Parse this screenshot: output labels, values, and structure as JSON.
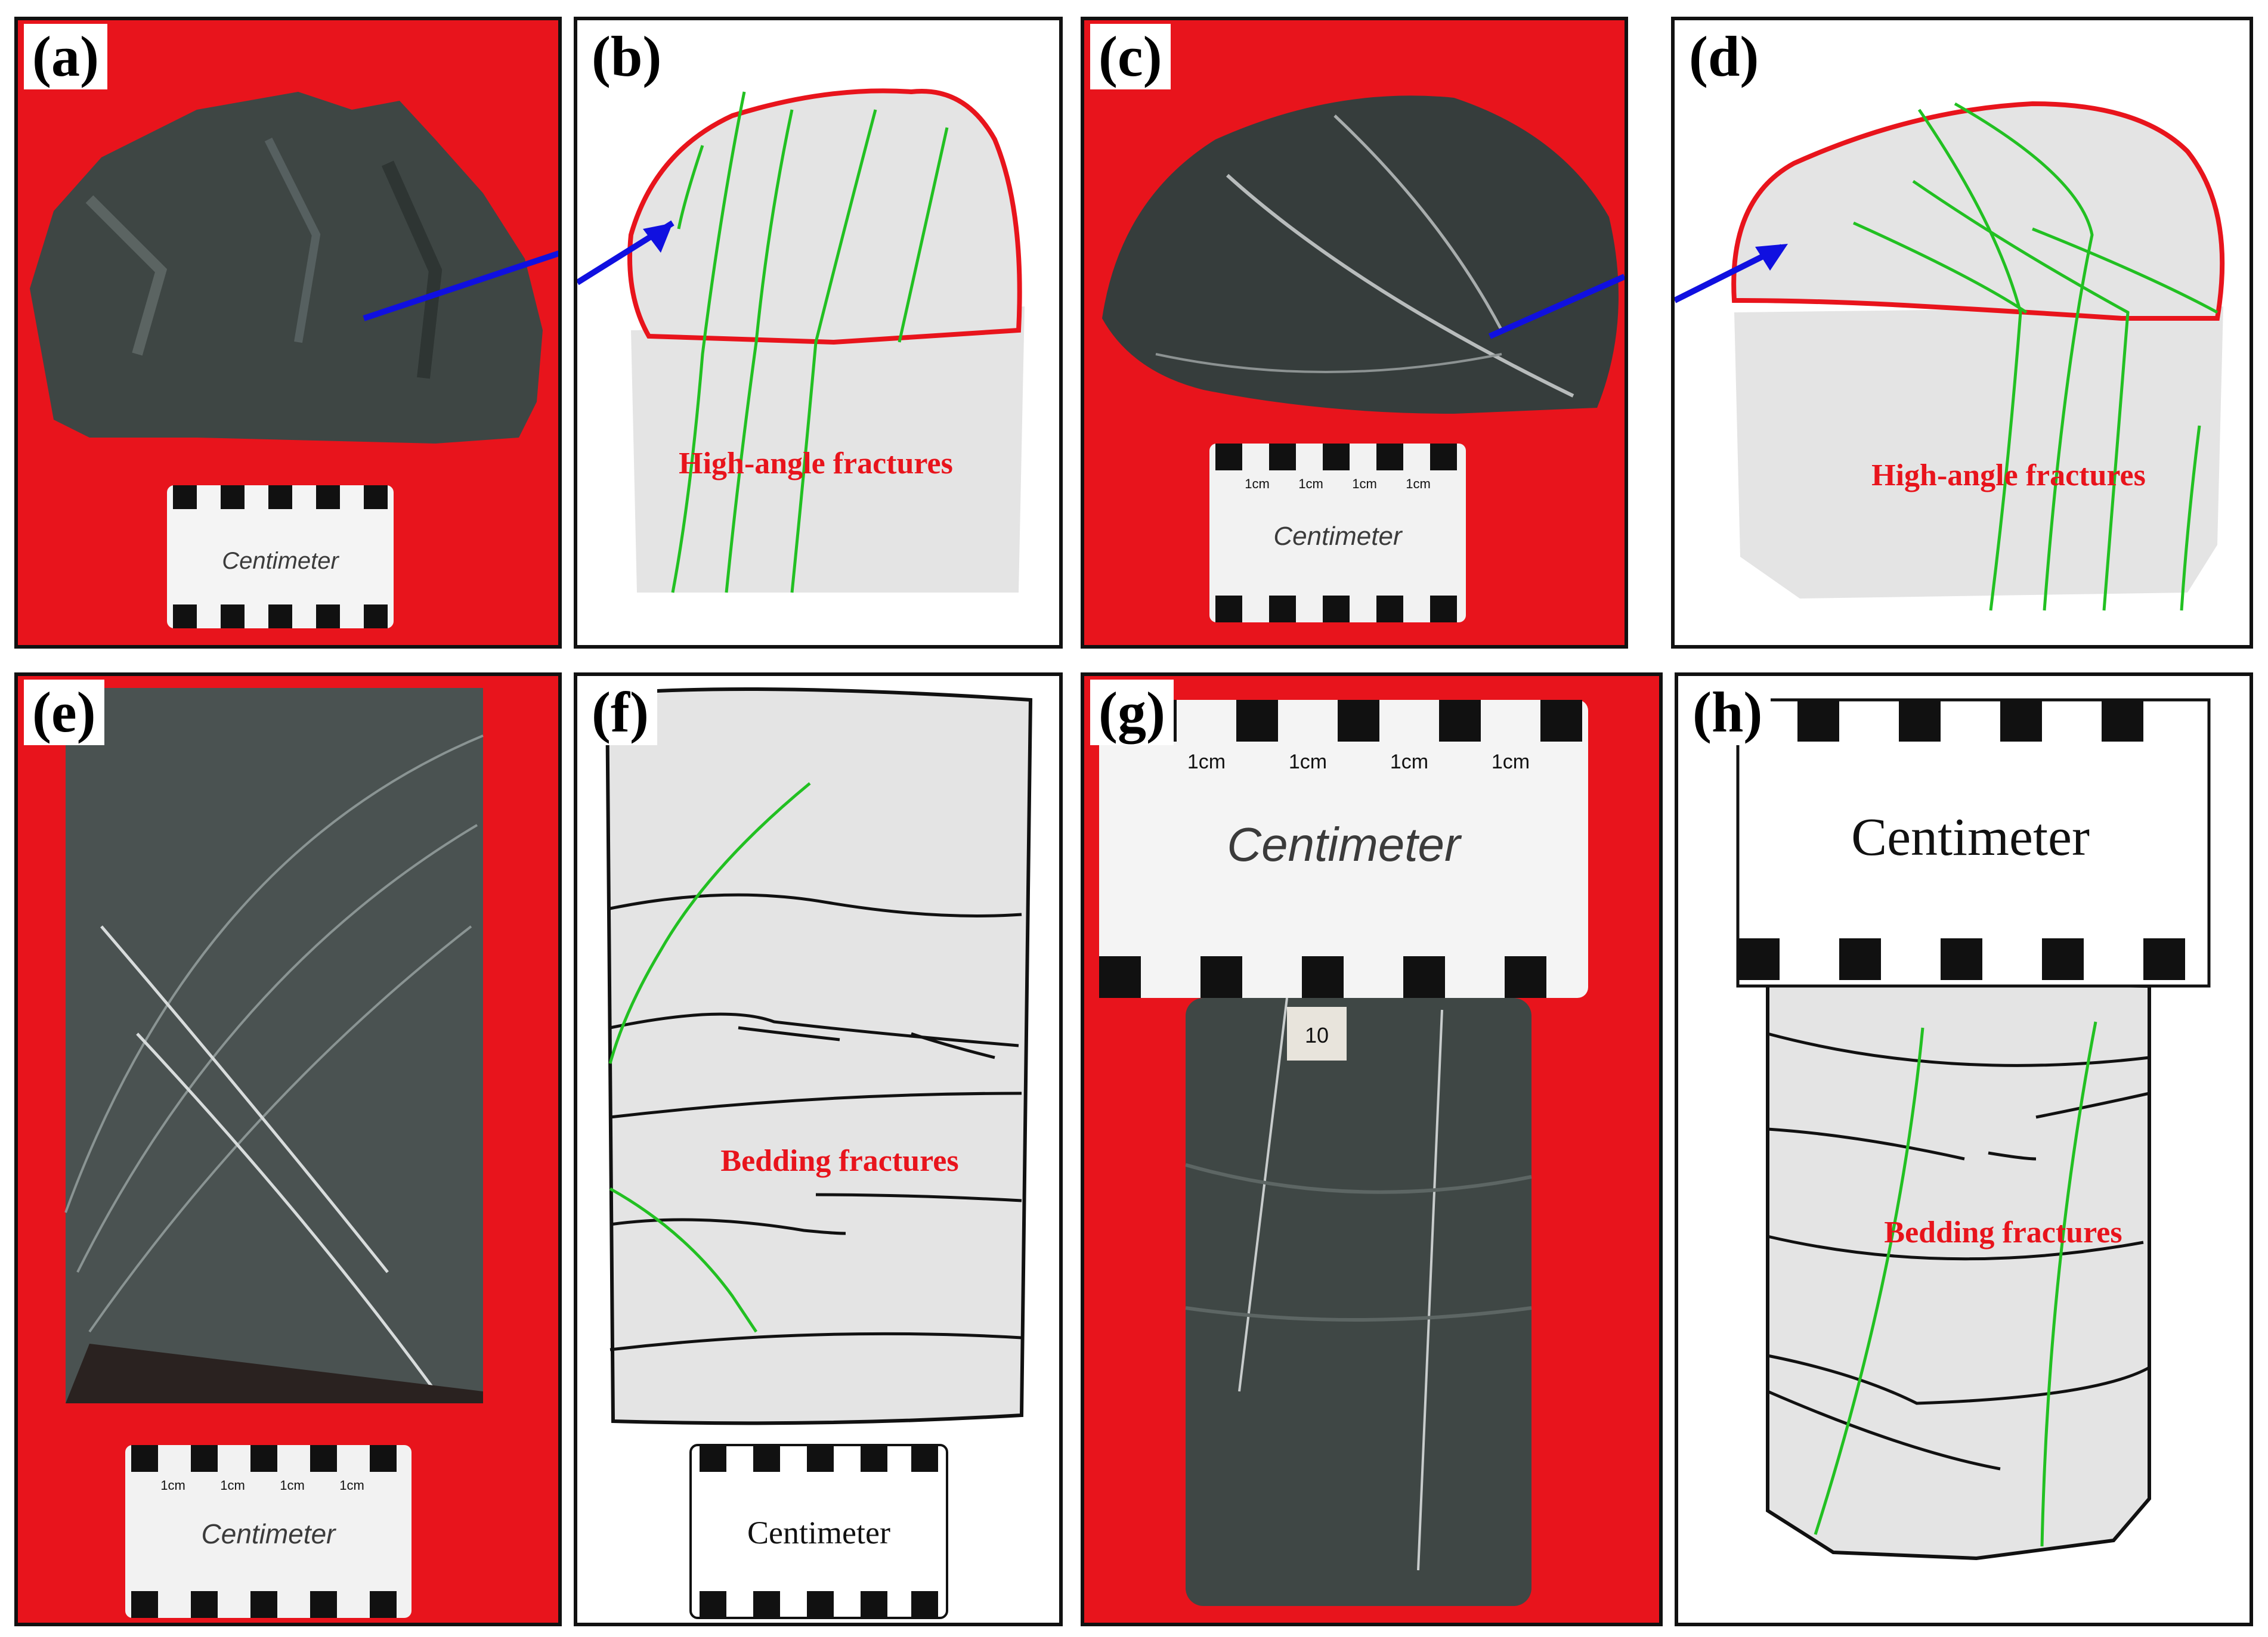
{
  "panels": {
    "a": {
      "label": "(a)",
      "card": "Centimeter"
    },
    "b": {
      "label": "(b)",
      "annotation": "High-angle  fractures"
    },
    "c": {
      "label": "(c)",
      "card": "Centimeter",
      "tick": "1cm"
    },
    "d": {
      "label": "(d)",
      "annotation": "High-angle  fractures"
    },
    "e": {
      "label": "(e)",
      "card": "Centimeter",
      "tick": "1cm"
    },
    "f": {
      "label": "(f)",
      "annotation": "Bedding fractures",
      "card": "Centimeter"
    },
    "g": {
      "label": "(g)",
      "card": "Centimeter",
      "tick": "1cm",
      "sample_tag": "10"
    },
    "h": {
      "label": "(h)",
      "annotation": "Bedding fractures",
      "card": "Centimeter"
    }
  },
  "colors": {
    "background_red": "#e8141c",
    "outline_red": "#e8141c",
    "fracture_green": "#22c022",
    "arrow_blue": "#1010e0",
    "sketch_gray": "#e4e4e4",
    "rock_dark": "#3e4644"
  }
}
